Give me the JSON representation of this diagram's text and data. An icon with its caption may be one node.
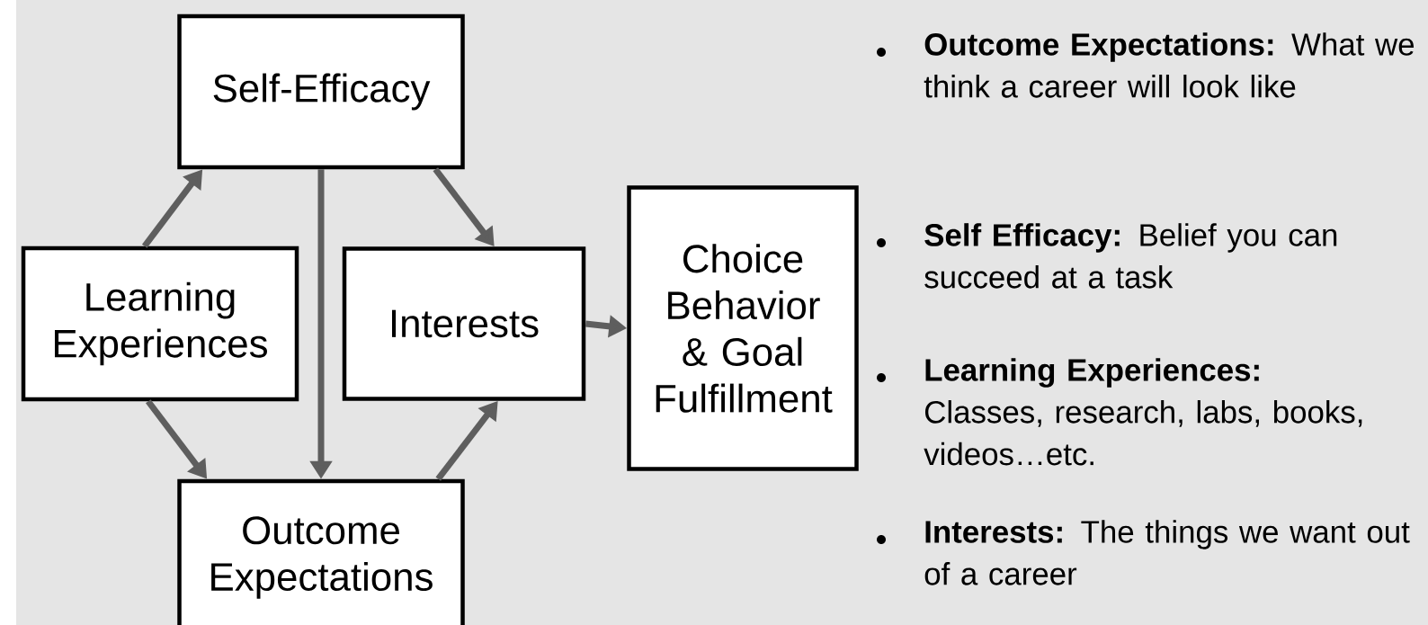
{
  "diagram": {
    "nodes": [
      {
        "text": [
          "Self-Efficacy"
        ]
      },
      {
        "text": [
          "Learning Experiences"
        ]
      },
      {
        "text": [
          "Interests"
        ]
      },
      {
        "text": [
          "Outcome Expectations"
        ]
      },
      {
        "text": [
          "Choice Behavior & Goal Fulfillment"
        ]
      }
    ],
    "edges": [
      {
        "from": 1,
        "to": 0,
        "arrow": "to"
      },
      {
        "from": 0,
        "to": 2,
        "arrow": "to"
      },
      {
        "from": 0,
        "to": 3,
        "arrow": "to"
      },
      {
        "from": 1,
        "to": 3,
        "arrow": "to"
      },
      {
        "from": 3,
        "to": 2,
        "arrow": "to"
      },
      {
        "from": 2,
        "to": 4,
        "arrow": "to"
      }
    ],
    "labels": [
      "**Outcome Expectations:** What we think a career will look like",
      "**Self Efficacy:** Belief you can succeed at a task",
      "**Learning Experiences:** Classes, research, labs, books, videos…etc.",
      "**Interests:** The things we want out of a career"
    ]
  }
}
